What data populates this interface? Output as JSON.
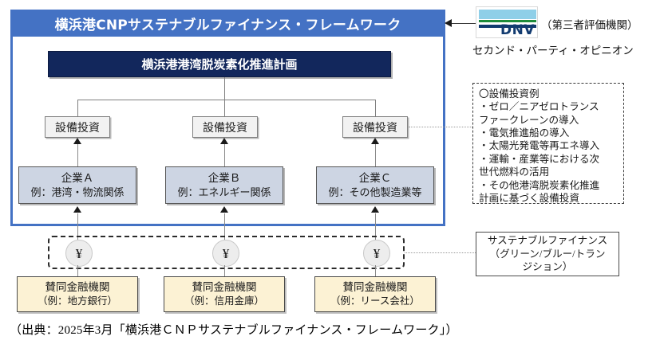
{
  "framework": {
    "title": "横浜港CNPサステナブルファイナンス・フレームワーク",
    "plan_box_title": "横浜港港湾脱炭素化推進計画",
    "capex_boxes": [
      {
        "label": "設備投資"
      },
      {
        "label": "設備投資"
      },
      {
        "label": "設備投資"
      }
    ],
    "companies": [
      {
        "name": "企業Ａ",
        "example": "例：港湾・物流関係"
      },
      {
        "name": "企業Ｂ",
        "example": "例：エネルギー関係"
      },
      {
        "name": "企業Ｃ",
        "example": "例：その他製造業等"
      }
    ],
    "finance_band": {
      "yen_symbol": "¥",
      "nodes": [
        {
          "symbol": "¥"
        },
        {
          "symbol": "¥"
        },
        {
          "symbol": "¥"
        }
      ]
    },
    "banks": [
      {
        "name": "賛同金融機関",
        "example": "（例：地方銀行）"
      },
      {
        "name": "賛同金融機関",
        "example": "（例：信用金庫）"
      },
      {
        "name": "賛同金融機関",
        "example": "（例：リース会社）"
      }
    ]
  },
  "annotations": {
    "dnv": {
      "logo_text": "DNV",
      "role_note": "（第三者評価機関）",
      "opinion_text": "セカンド・パーティ・オピニオン"
    },
    "capex_examples": {
      "heading": "〇設備投資例",
      "lines": [
        "・ゼロ／ニアゼロトランス",
        "ファークレーンの導入",
        "・電気推進船の導入",
        "・太陽光発電等再エネ導入",
        "・運輸・産業等における次",
        "世代燃料の活用",
        "・その他港湾脱炭素化推進",
        "計画に基づく設備投資"
      ]
    },
    "sustainable_finance": {
      "lines": [
        "サステナブルファイナンス",
        "（グリーン/ブルー/トラン",
        "ジション）"
      ]
    }
  },
  "caption": "（出典：2025年3月「横浜港ＣＮＰサステナブルファイナンス・フレームワーク」）",
  "colors": {
    "frame_blue": "#4472C4",
    "plan_navy": "#12275C",
    "company_fill": "#CDD5E3",
    "bank_fill": "#FCF2D4",
    "capex_fill": "#F2F2F2",
    "dnv_lightblue": "#8FCFE8",
    "dnv_green": "#1E8C3A",
    "dnv_navy": "#123B70"
  }
}
